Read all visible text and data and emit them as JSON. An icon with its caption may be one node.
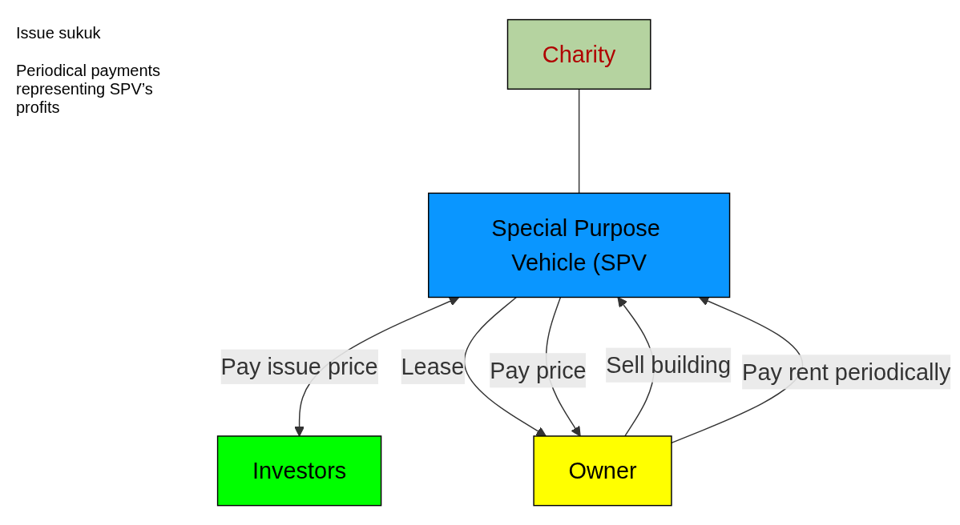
{
  "diagram": {
    "nodes": [
      {
        "text": [
          "Charity"
        ]
      },
      {
        "text": [
          "Special Purpose Vehicle (SPV"
        ]
      },
      {
        "text": [
          "Investors"
        ]
      },
      {
        "text": [
          "Owner"
        ]
      }
    ],
    "edges": [
      {
        "from": 0,
        "to": 1,
        "arrow": "none"
      },
      {
        "from": 1,
        "to": 2,
        "arrow": "both",
        "label": "Pay issue price"
      },
      {
        "from": 1,
        "to": 3,
        "arrow": "to",
        "label": "Lease"
      },
      {
        "from": 3,
        "to": 1,
        "arrow": "to",
        "label": "Sell building"
      },
      {
        "from": 1,
        "to": 3,
        "arrow": "to",
        "label": "Pay price"
      },
      {
        "from": 3,
        "to": 1,
        "arrow": "to",
        "label": "Pay rent periodically"
      }
    ],
    "labels": [
      "Issue sukuk",
      "Periodical payments representing SPV’s profits"
    ]
  }
}
